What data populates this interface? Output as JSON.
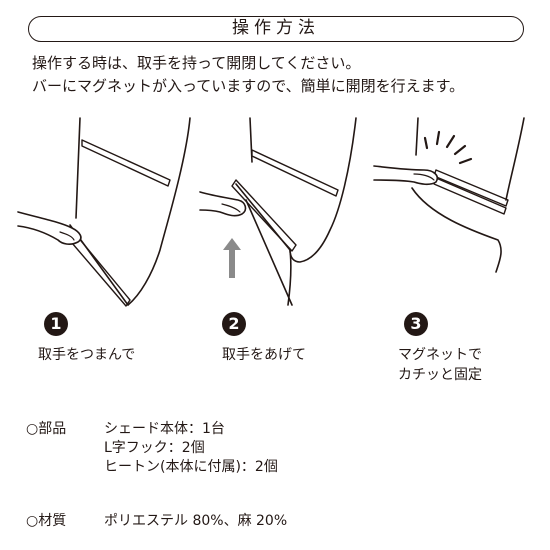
{
  "header": {
    "title": "操作方法"
  },
  "intro": {
    "line1": "操作する時は、取手を持って開閉してください。",
    "line2": "バーにマグネットが入っていますので、簡単に開閉を行えます。"
  },
  "steps": [
    {
      "number": "1",
      "caption": "取手をつまんで"
    },
    {
      "number": "2",
      "caption": "取手をあげて"
    },
    {
      "number": "3",
      "caption_line1": "マグネットで",
      "caption_line2": "カチッと固定"
    }
  ],
  "specs": {
    "parts": {
      "label": "○部品",
      "items": [
        "シェード本体：1台",
        "L字フック：2個",
        "ヒートン(本体に付属)：2個"
      ]
    },
    "material": {
      "label": "○材質",
      "value": "ポリエステル 80%、麻 20%"
    }
  },
  "colors": {
    "ink": "#231815",
    "background": "#ffffff",
    "arrow": "#8a8a8a"
  }
}
